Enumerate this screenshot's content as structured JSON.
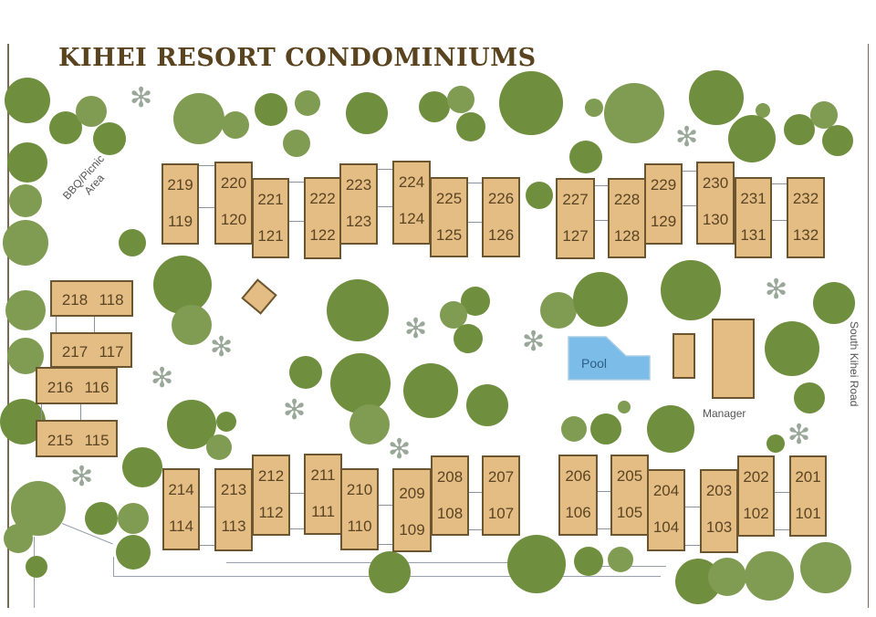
{
  "title": "KIHEI RESORT CONDOMINIUMS",
  "labels": {
    "bbq": "BBQ/Picnic",
    "bbq2": "Area",
    "pool": "Pool",
    "manager": "Manager",
    "road": "South Kihei Road"
  },
  "colors": {
    "building_fill": "#e4bd85",
    "building_border": "#6b5630",
    "tree_dark": "#6f8f3f",
    "tree_light": "#7f9c52",
    "pool": "#7bbde8",
    "title": "#5a4420"
  },
  "buildings": {
    "top_row": [
      {
        "upper": "219",
        "lower": "119"
      },
      {
        "upper": "220",
        "lower": "120"
      },
      {
        "upper": "221",
        "lower": "121"
      },
      {
        "upper": "222",
        "lower": "122"
      },
      {
        "upper": "223",
        "lower": "123"
      },
      {
        "upper": "224",
        "lower": "124"
      },
      {
        "upper": "225",
        "lower": "125"
      },
      {
        "upper": "226",
        "lower": "126"
      },
      {
        "upper": "227",
        "lower": "127"
      },
      {
        "upper": "228",
        "lower": "128"
      },
      {
        "upper": "229",
        "lower": "129"
      },
      {
        "upper": "230",
        "lower": "130"
      },
      {
        "upper": "231",
        "lower": "131"
      },
      {
        "upper": "232",
        "lower": "132"
      }
    ],
    "left_column": [
      {
        "upper": "218",
        "lower": "118"
      },
      {
        "upper": "217",
        "lower": "117"
      },
      {
        "upper": "216",
        "lower": "116"
      },
      {
        "upper": "215",
        "lower": "115"
      }
    ],
    "bottom_row": [
      {
        "upper": "214",
        "lower": "114"
      },
      {
        "upper": "213",
        "lower": "113"
      },
      {
        "upper": "212",
        "lower": "112"
      },
      {
        "upper": "211",
        "lower": "111"
      },
      {
        "upper": "210",
        "lower": "110"
      },
      {
        "upper": "209",
        "lower": "109"
      },
      {
        "upper": "208",
        "lower": "108"
      },
      {
        "upper": "207",
        "lower": "107"
      },
      {
        "upper": "206",
        "lower": "106"
      },
      {
        "upper": "205",
        "lower": "105"
      },
      {
        "upper": "204",
        "lower": "104"
      },
      {
        "upper": "203",
        "lower": "103"
      },
      {
        "upper": "202",
        "lower": "102"
      },
      {
        "upper": "201",
        "lower": "101"
      }
    ]
  },
  "icons": {
    "palm": "✻"
  }
}
